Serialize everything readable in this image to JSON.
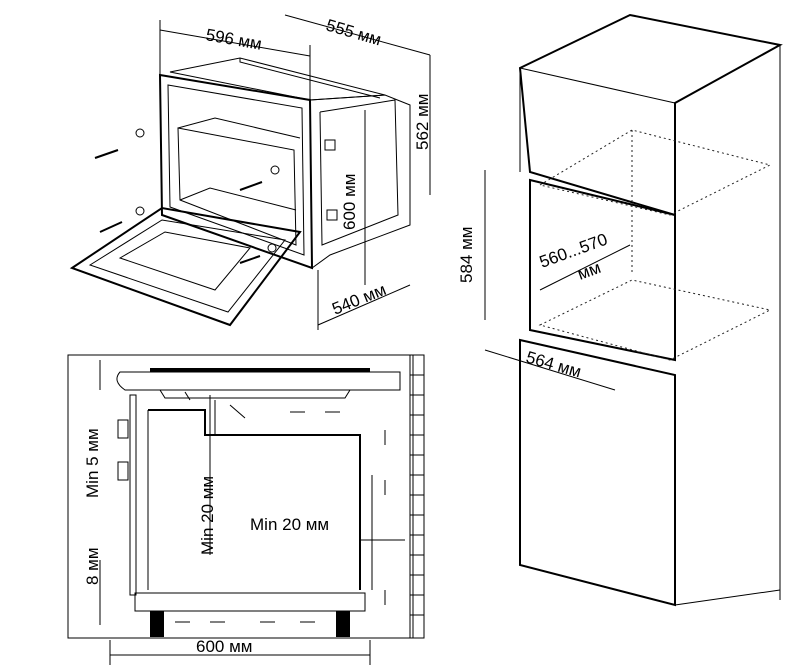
{
  "oven_view": {
    "width_label": "596 мм",
    "depth_label": "555 мм",
    "height_label": "562 мм",
    "front_height_label": "600 мм",
    "lower_depth_label": "540 мм"
  },
  "cabinet_view": {
    "niche_height_label": "584 мм",
    "niche_width_label": "560...570",
    "niche_width_unit": "мм",
    "cabinet_width_label": "564 мм"
  },
  "section_view": {
    "min_top_label": "Min 5 мм",
    "min_back_label": "Min 20 мм",
    "min_side_label": "Min 20 мм",
    "bottom_gap_label": "8 мм",
    "width_label": "600 мм"
  }
}
